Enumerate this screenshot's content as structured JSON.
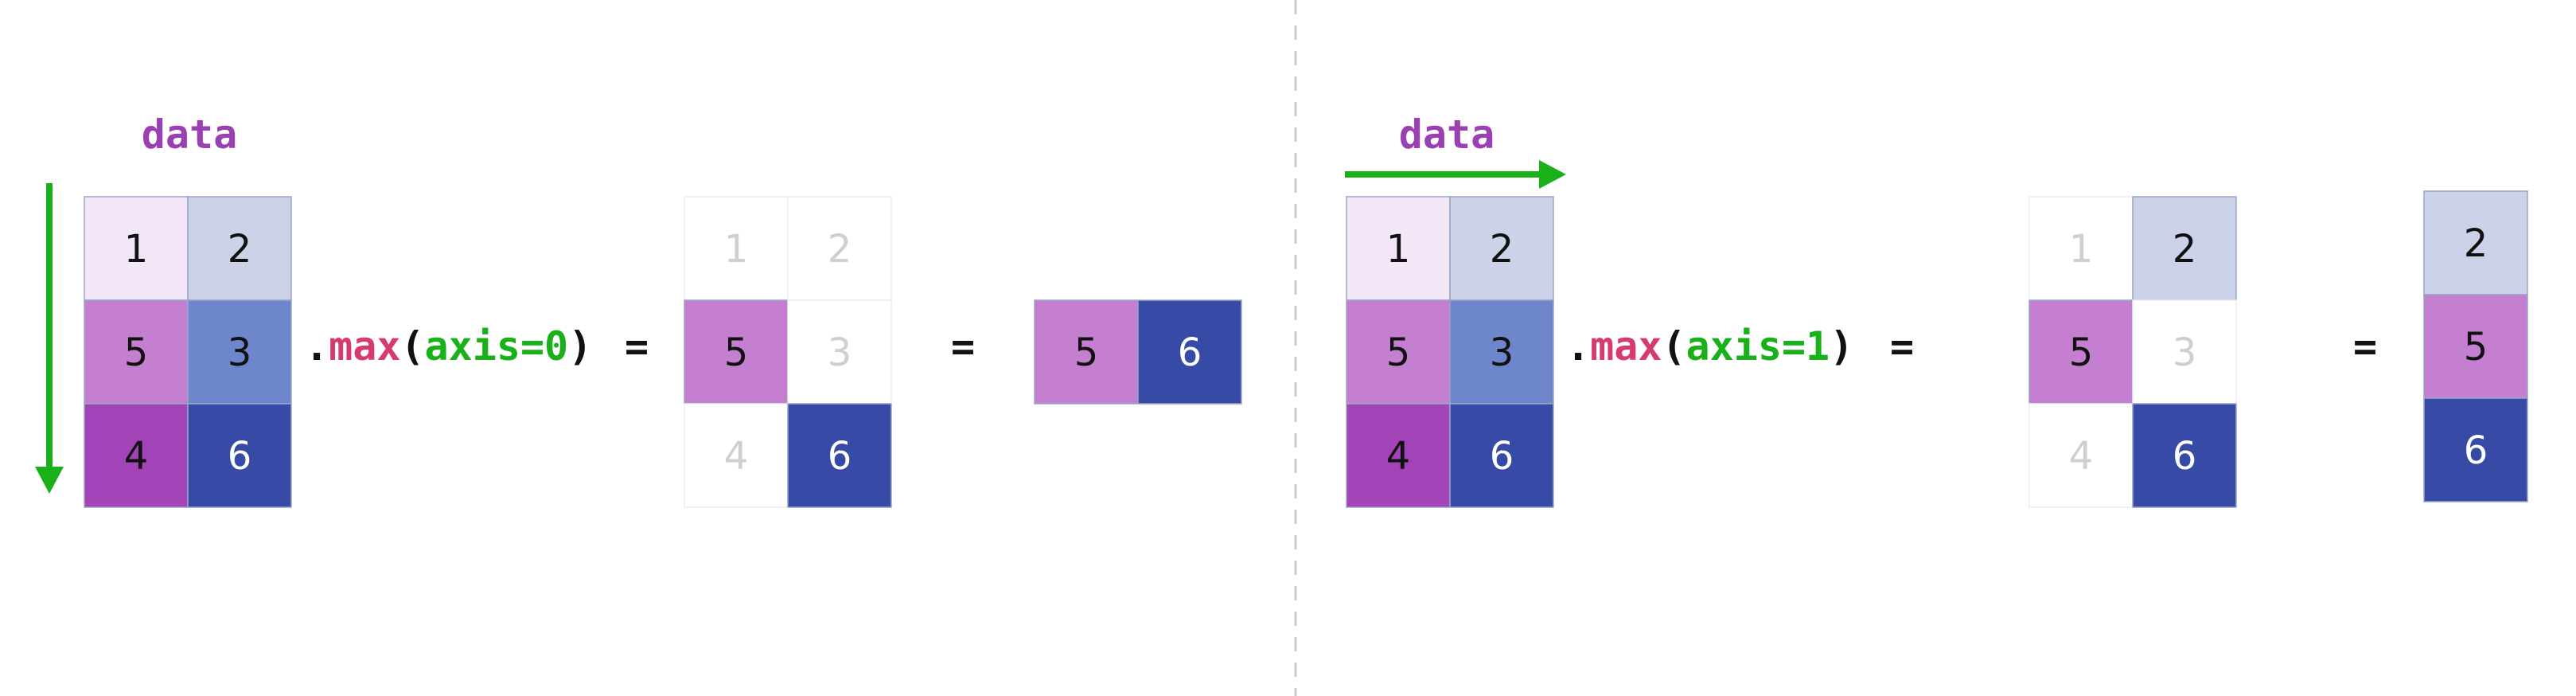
{
  "colors": {
    "c1": "#f3e7f7",
    "c2": "#ccd3e9",
    "c3": "#6e86cc",
    "c4": "#a343b8",
    "c5": "#c47fd1",
    "c6": "#374ba6",
    "faded_text": "#cfcfcf",
    "dark_text": "#111111",
    "light_text": "#ffffff",
    "arrow": "#1ab01a",
    "method": "#d63b6e",
    "arg": "#1ab01a",
    "divider": "#cccccc",
    "border": "#9aa5c6"
  },
  "left": {
    "data_label": "data",
    "matrix": [
      [
        "1",
        "2"
      ],
      [
        "5",
        "3"
      ],
      [
        "4",
        "6"
      ]
    ],
    "expr": {
      "dot": ".",
      "method": "max",
      "open": "(",
      "arg": "axis=0",
      "close": ")",
      "equals": "="
    },
    "mask": [
      [
        "1",
        "2"
      ],
      [
        "5",
        "3"
      ],
      [
        "4",
        "6"
      ]
    ],
    "mask_highlight": [
      [
        false,
        false
      ],
      [
        true,
        false
      ],
      [
        false,
        true
      ]
    ],
    "equals2": "=",
    "result": [
      "5",
      "6"
    ]
  },
  "right": {
    "data_label": "data",
    "matrix": [
      [
        "1",
        "2"
      ],
      [
        "5",
        "3"
      ],
      [
        "4",
        "6"
      ]
    ],
    "expr": {
      "dot": ".",
      "method": "max",
      "open": "(",
      "arg": "axis=1",
      "close": ")",
      "equals": "="
    },
    "mask": [
      [
        "1",
        "2"
      ],
      [
        "5",
        "3"
      ],
      [
        "4",
        "6"
      ]
    ],
    "mask_highlight": [
      [
        false,
        true
      ],
      [
        true,
        false
      ],
      [
        false,
        true
      ]
    ],
    "equals2": "=",
    "result": [
      "2",
      "5",
      "6"
    ]
  }
}
